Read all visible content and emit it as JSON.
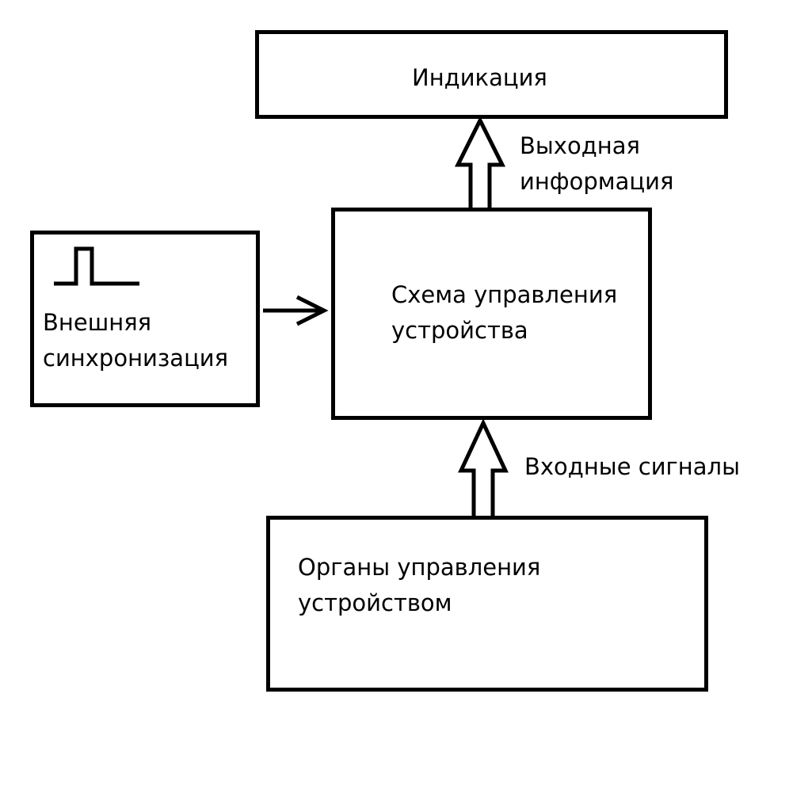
{
  "blocks": {
    "indication": {
      "label": "Индикация"
    },
    "control_circuit": {
      "line1": "Схема управления",
      "line2": "устройства"
    },
    "external_sync": {
      "line1": "Внешняя",
      "line2": "синхронизация"
    },
    "controls": {
      "line1": "Органы управления",
      "line2": "устройством"
    }
  },
  "edges": {
    "output_info": {
      "line1": "Выходная",
      "line2": "информация"
    },
    "input_signals": {
      "label": "Входные сигналы"
    }
  }
}
